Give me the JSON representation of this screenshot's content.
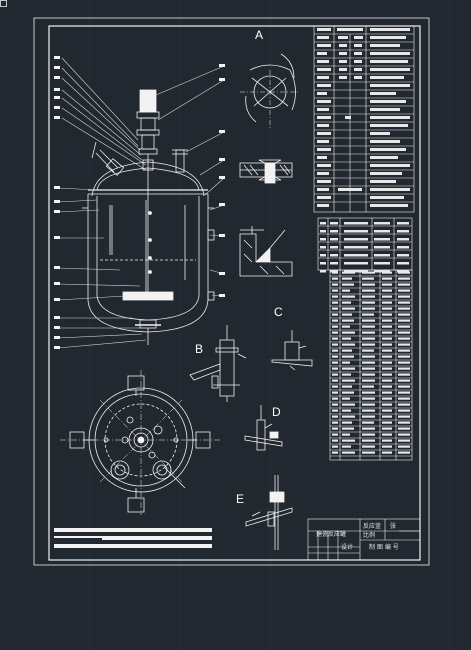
{
  "colors": {
    "background": "#212830",
    "lines": "#f2f2f2",
    "grid": "#2b333c",
    "dim": "#c8c8c8"
  },
  "drawing": {
    "detail_labels": {
      "a": "A",
      "b": "B",
      "c": "C",
      "d": "D",
      "e": "E"
    },
    "title_block": {
      "title": "搪瓷反应罐",
      "name": "反应釜",
      "drawn": "设计",
      "drawing_no": "制 图 编 号",
      "scale": "比例",
      "sheet": "张"
    }
  }
}
